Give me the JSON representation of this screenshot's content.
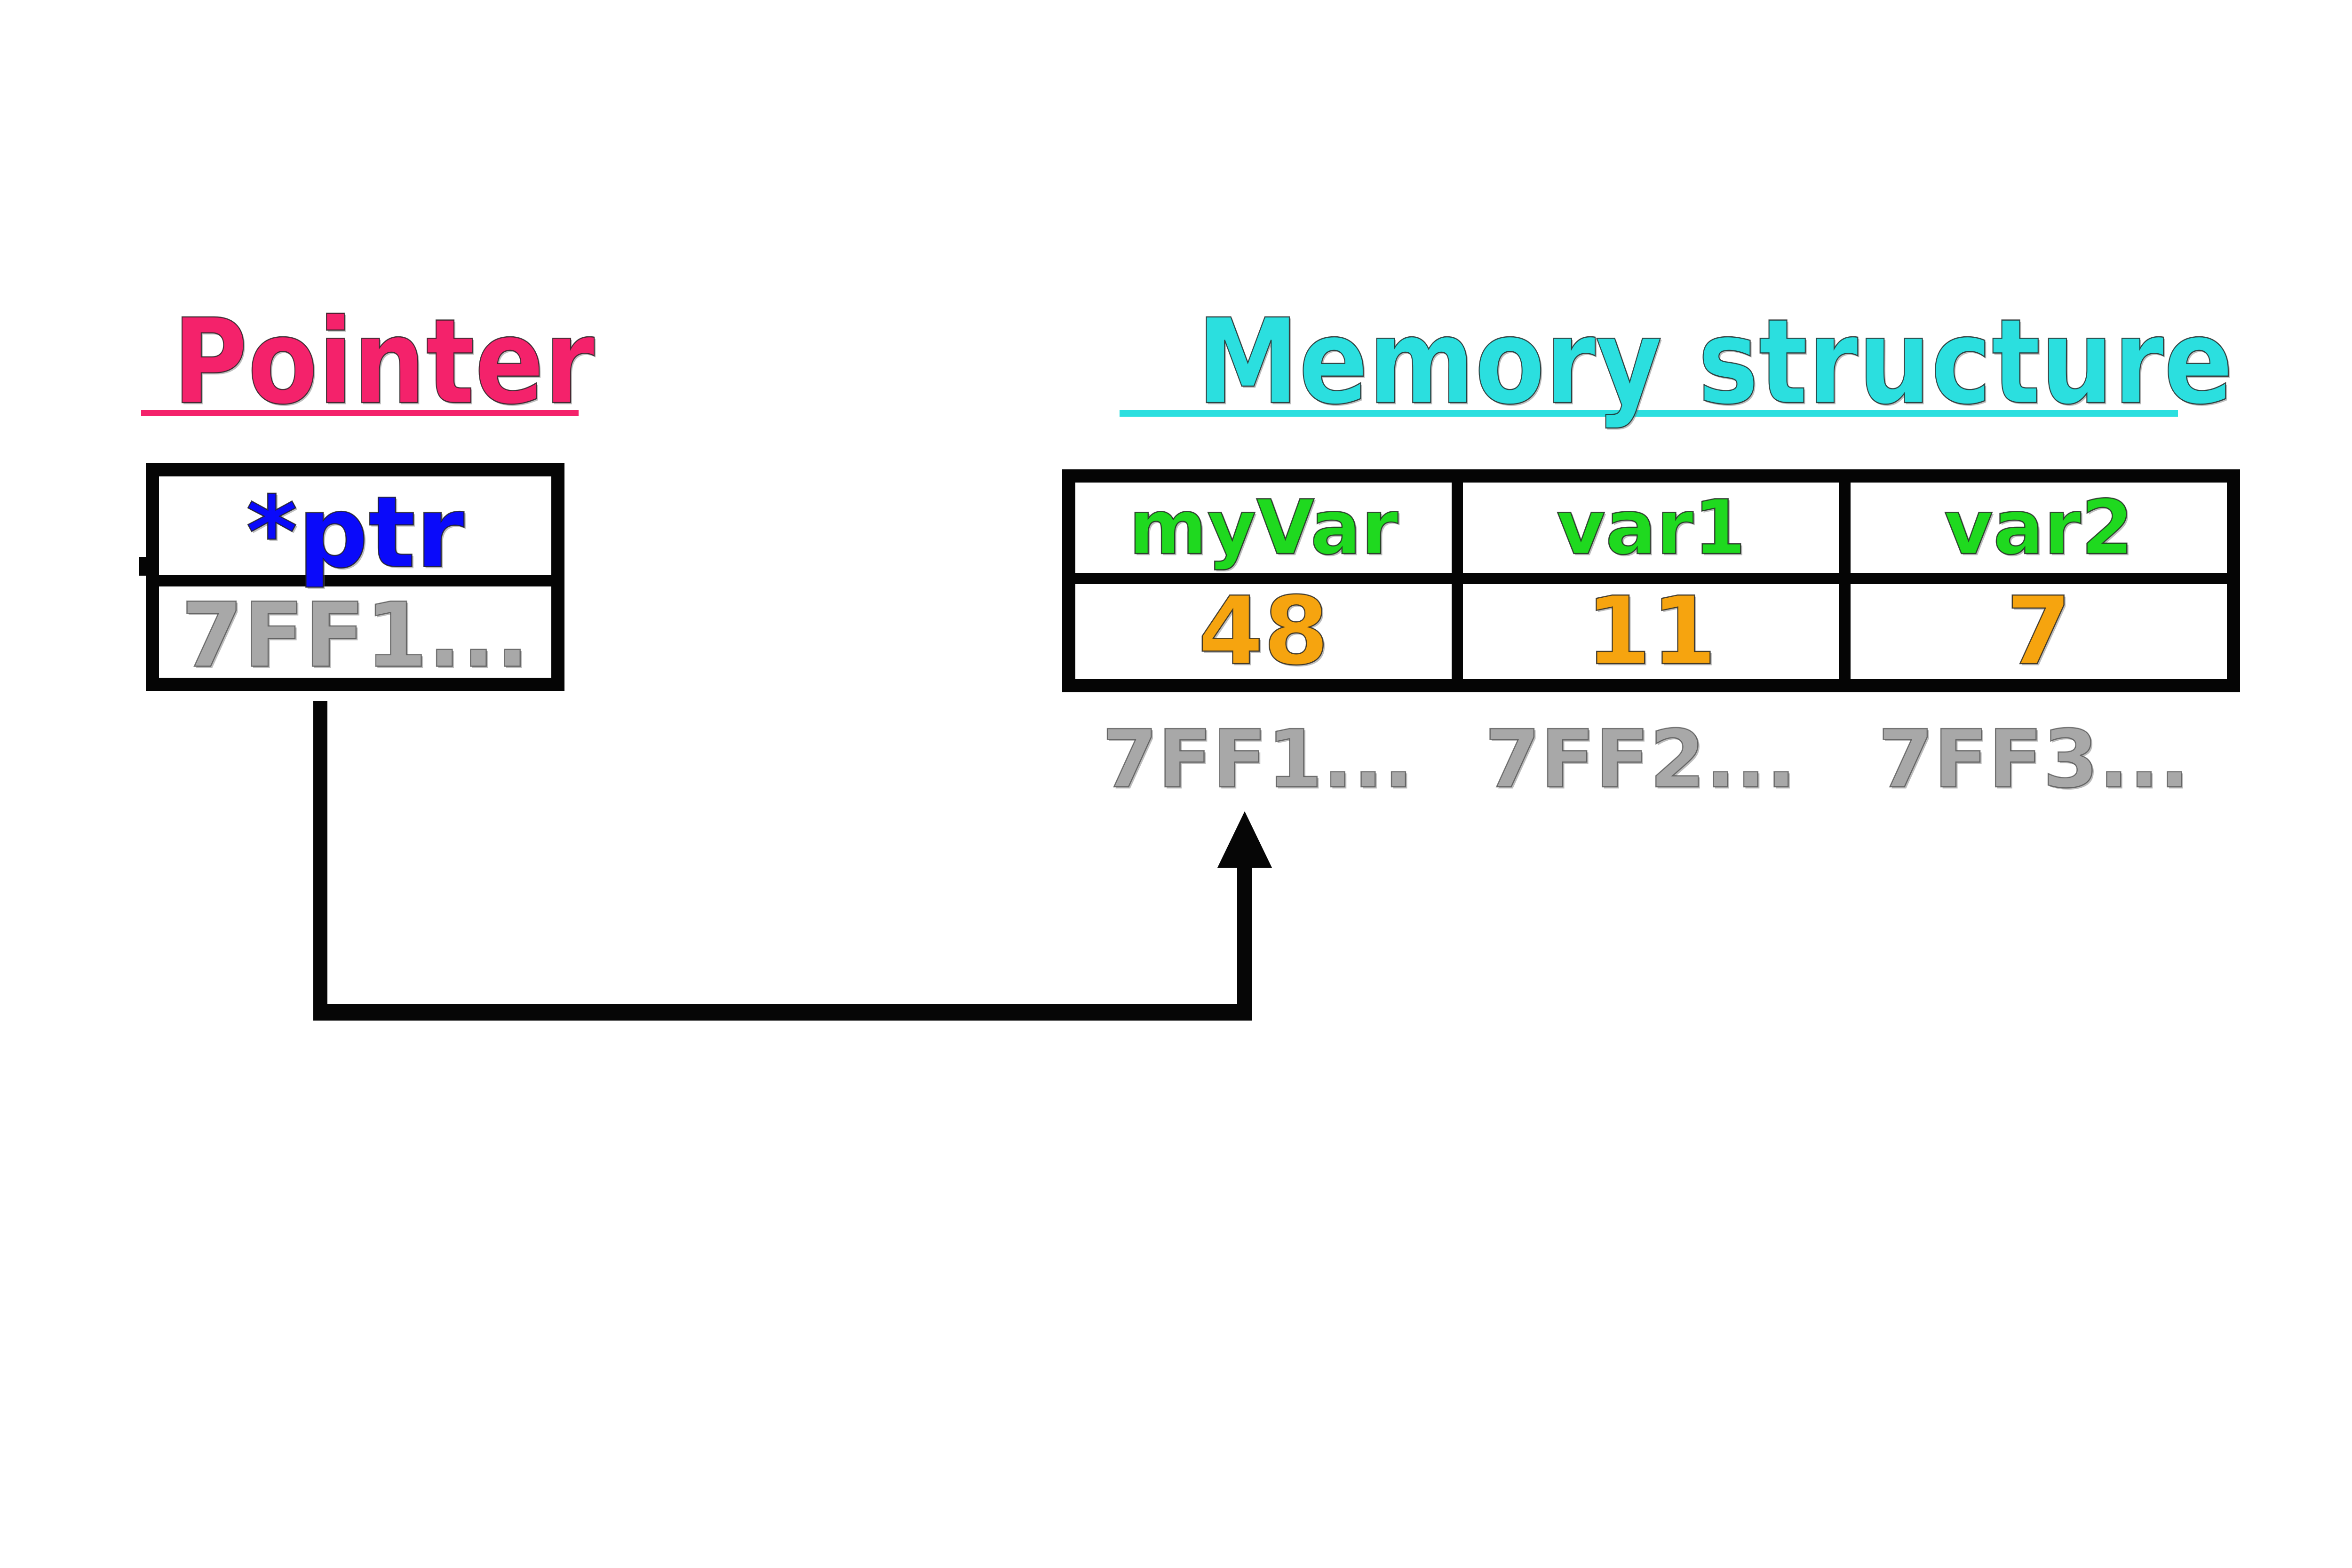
{
  "titles": {
    "pointer": {
      "text": "Pointer"
    },
    "memory": {
      "text": "Memory structure"
    }
  },
  "pointer_box": {
    "name": "*ptr",
    "address": "7FF1..."
  },
  "memory_table": {
    "columns": [
      {
        "var": "myVar",
        "value": "48",
        "address": "7FF1..."
      },
      {
        "var": "var1",
        "value": "11",
        "address": "7FF2..."
      },
      {
        "var": "var2",
        "value": "7",
        "address": "7FF3..."
      }
    ]
  },
  "colors": {
    "pink": "#F4226B",
    "cyan": "#2BDFDF",
    "blue": "#0A0AFA",
    "green": "#1FD91F",
    "orange": "#F6A40F",
    "gray": "#A8A8A8",
    "line": "#060606"
  }
}
